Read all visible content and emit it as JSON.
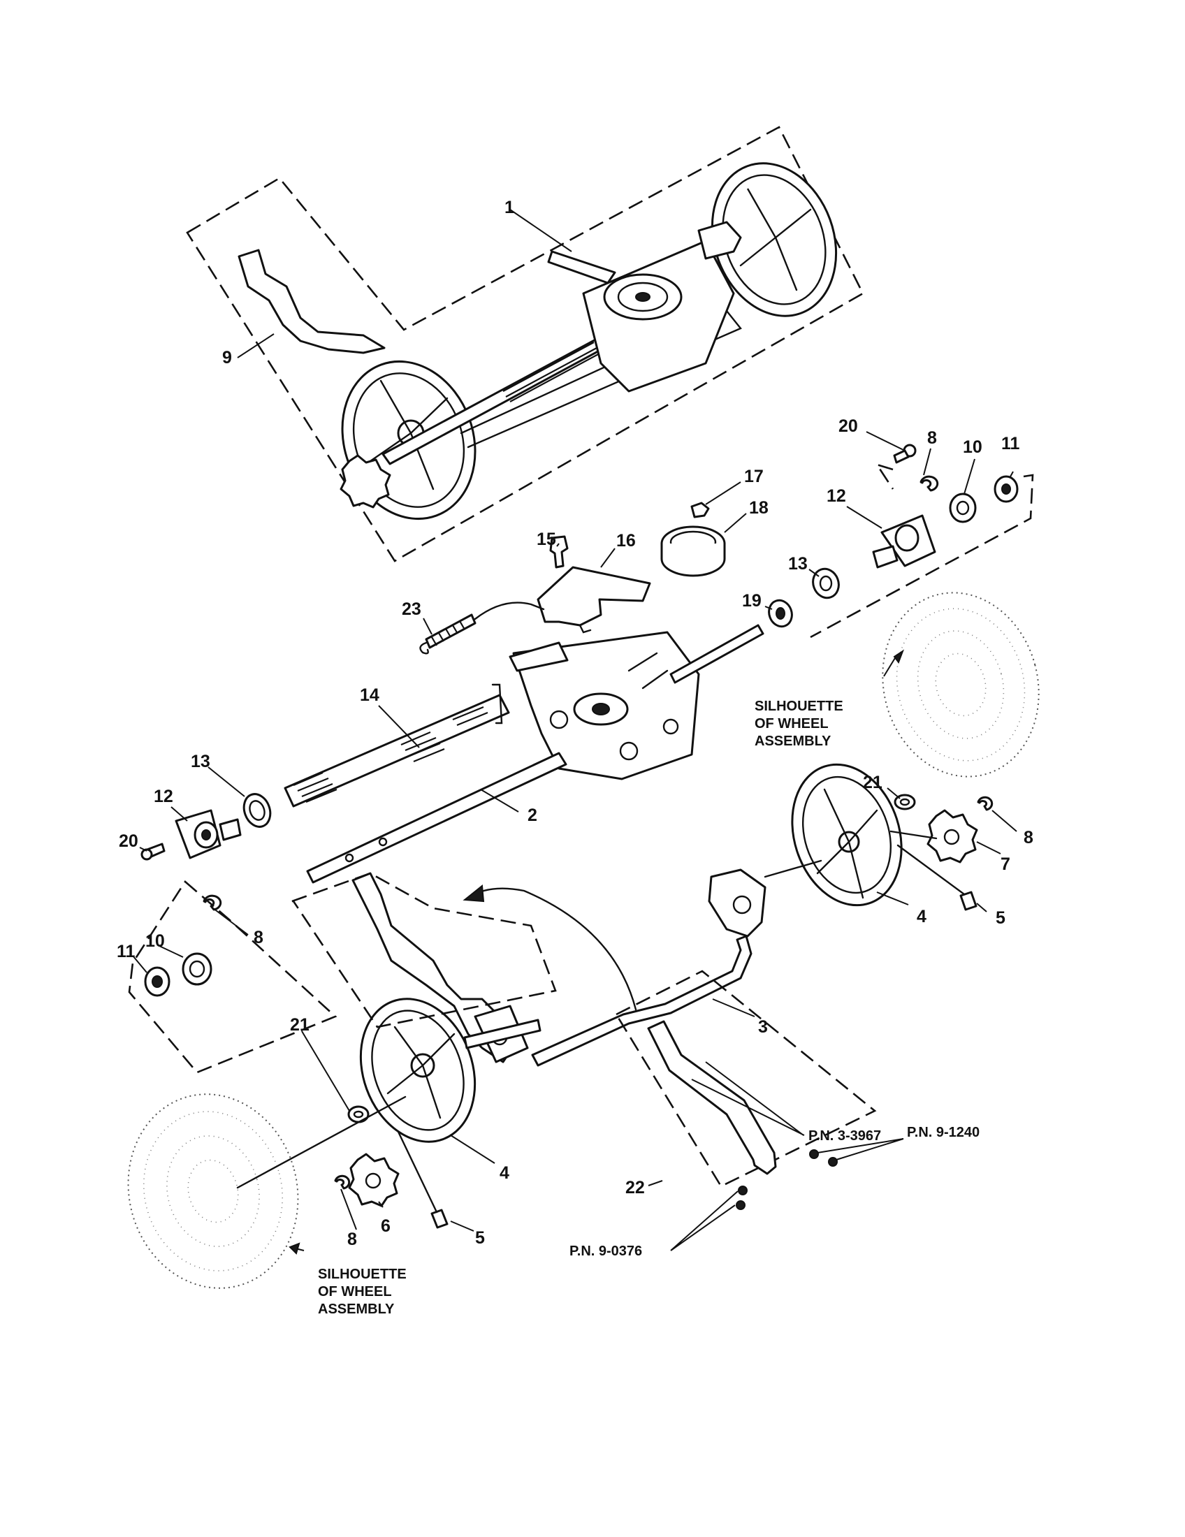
{
  "callouts": {
    "c1": "1",
    "c2": "2",
    "c3": "3",
    "c4a": "4",
    "c4b": "4",
    "c5a": "5",
    "c5b": "5",
    "c6": "6",
    "c7": "7",
    "c8a": "8",
    "c8b": "8",
    "c8c": "8",
    "c8d": "8",
    "c9": "9",
    "c10a": "10",
    "c10b": "10",
    "c11a": "11",
    "c11b": "11",
    "c12a": "12",
    "c12b": "12",
    "c13a": "13",
    "c13b": "13",
    "c14": "14",
    "c15": "15",
    "c16": "16",
    "c17": "17",
    "c18": "18",
    "c19": "19",
    "c20a": "20",
    "c20b": "20",
    "c21a": "21",
    "c21b": "21",
    "c22": "22",
    "c23": "23"
  },
  "notes": {
    "silhouette_right": [
      "SILHOUETTE",
      "OF WHEEL",
      "ASSEMBLY"
    ],
    "silhouette_left": [
      "SILHOUETTE",
      "OF WHEEL",
      "ASSEMBLY"
    ],
    "pn_handle": "P.N. 3-3967",
    "pn_bolts": "P.N. 9-1240",
    "pn_nuts": "P.N. 9-0376"
  }
}
